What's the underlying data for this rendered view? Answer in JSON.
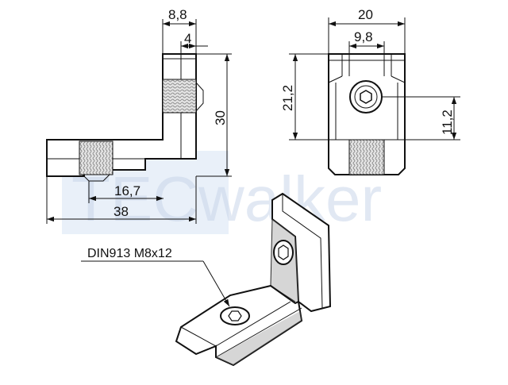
{
  "colors": {
    "line": "#111111",
    "background": "#ffffff",
    "watermark": "#c9d6ea",
    "watermark_block": "#dbe6f5",
    "thread": "#bdbdbd",
    "part_shade": "#8a8a8a"
  },
  "watermark": {
    "text": "TECwalker"
  },
  "side_view": {
    "dim_top_outer": "8,8",
    "dim_top_inner": "4",
    "dim_height": "30",
    "dim_inner_length": "16,7",
    "dim_total_length": "38"
  },
  "end_view": {
    "dim_width": "20",
    "dim_slot": "9,8",
    "dim_height_left": "21,2",
    "dim_screw_height": "11,2"
  },
  "screw_label": "DIN913 M8x12",
  "icons": {
    "screw_hole": "hex-socket-icon"
  }
}
